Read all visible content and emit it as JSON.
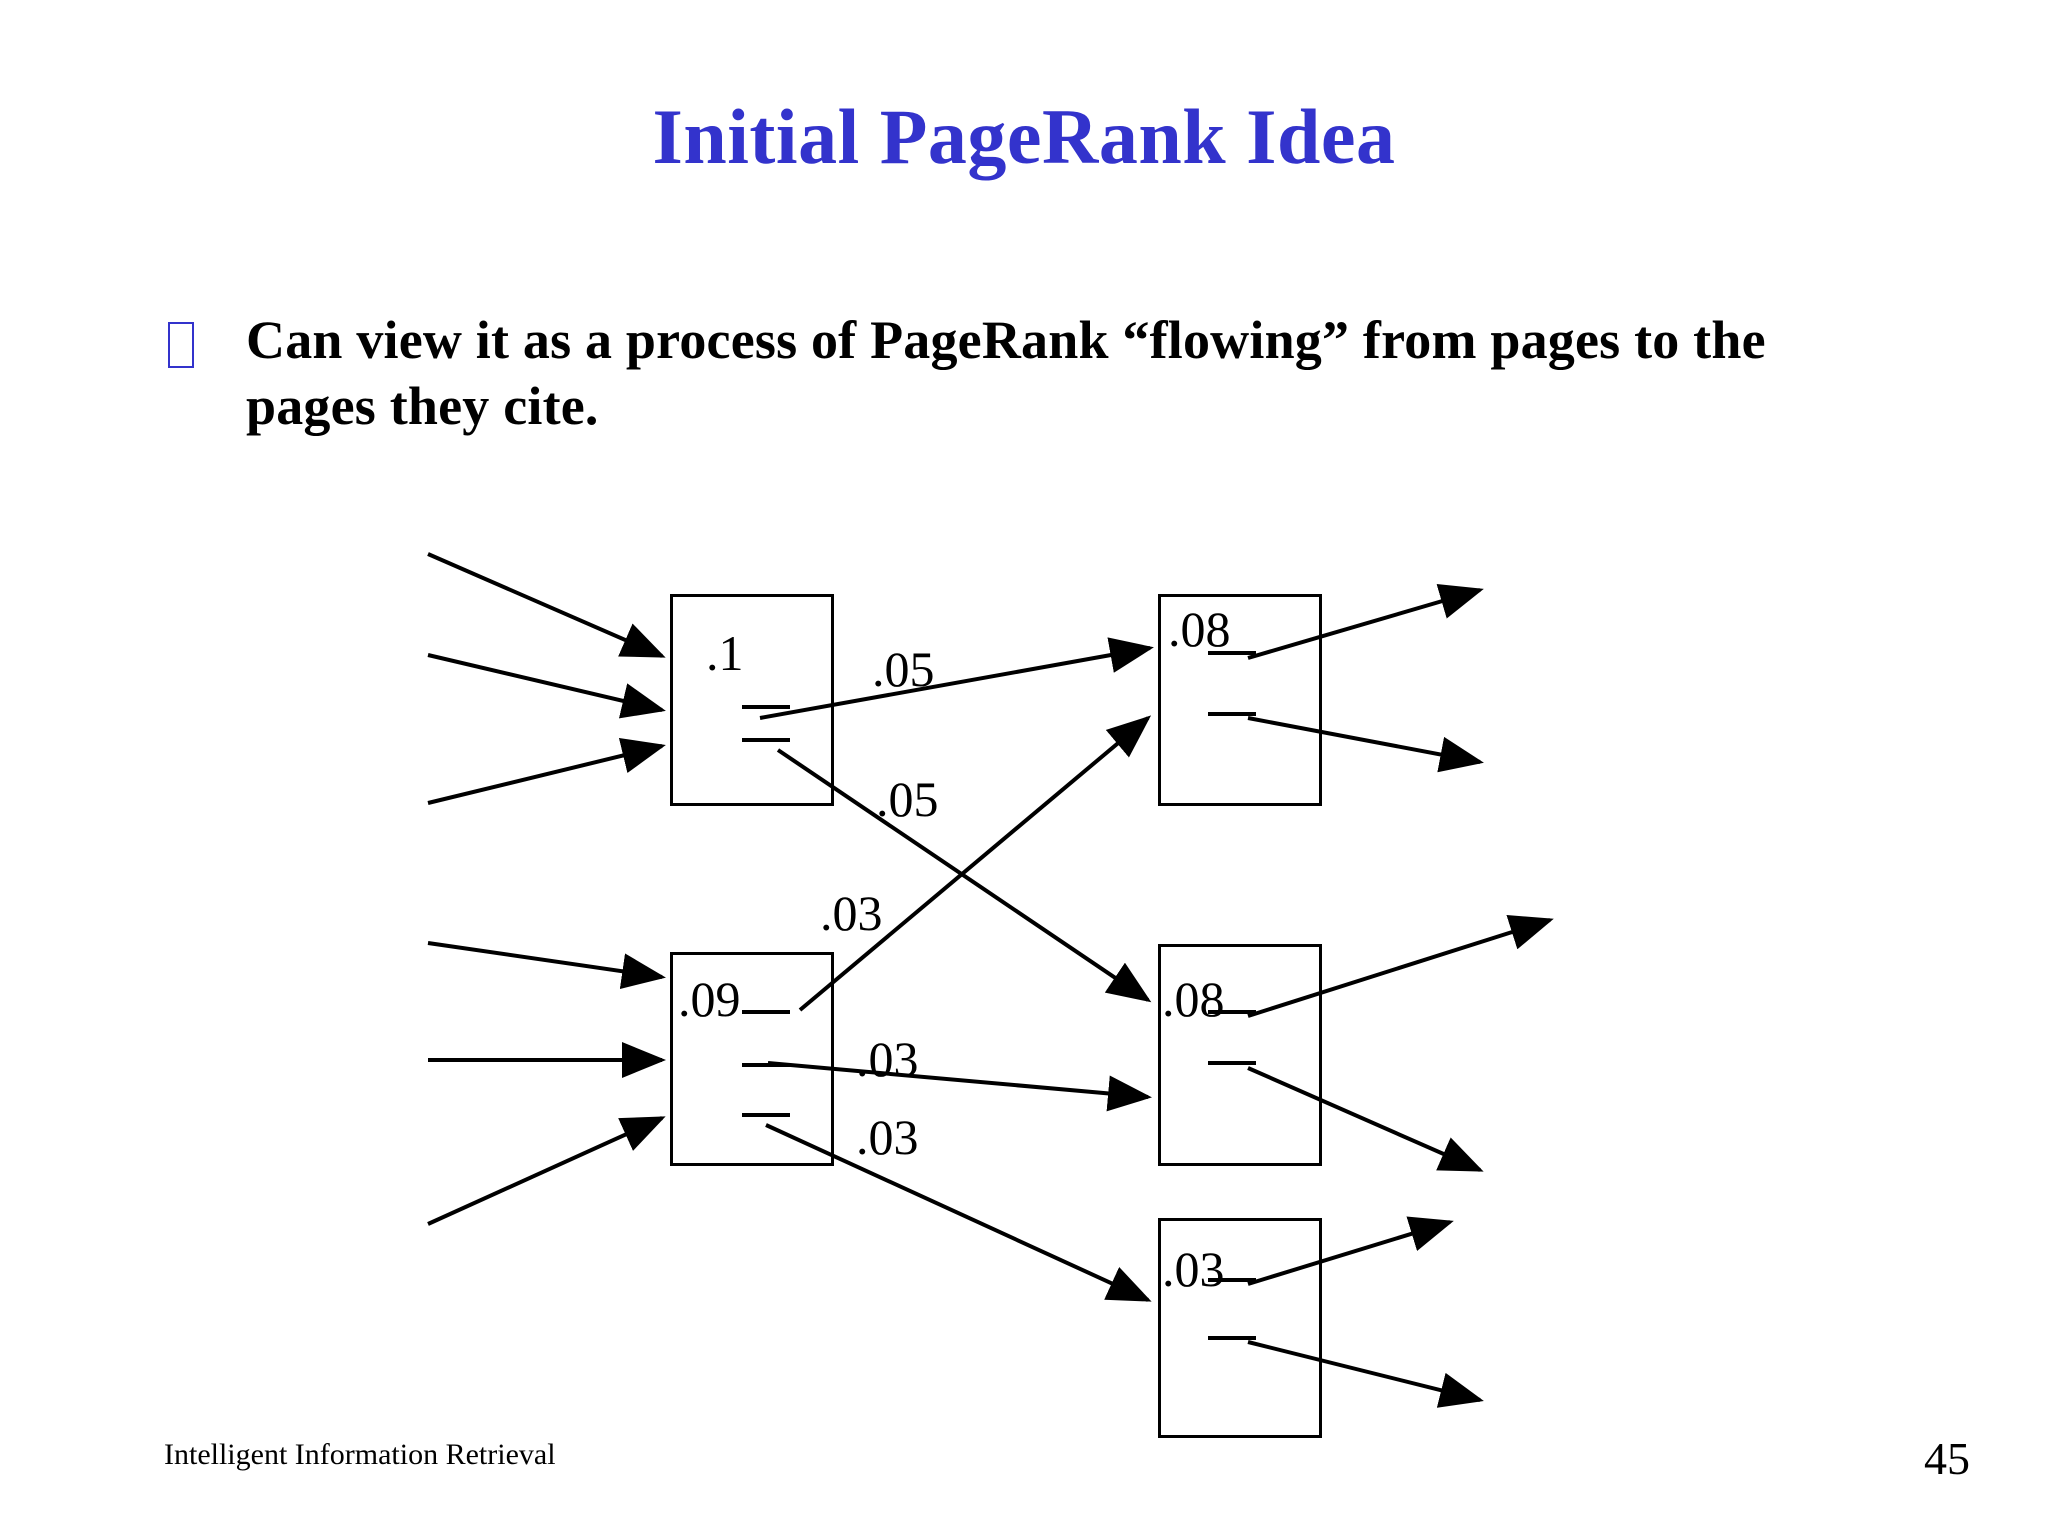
{
  "slide": {
    "title": "Initial PageRank Idea",
    "title_color": "#3333cc",
    "bullet_glyph": "missing-glyph-box",
    "bullet_text": "Can view it as a process of PageRank “flowing” from pages to the pages they cite.",
    "footer": "Intelligent Information Retrieval",
    "page_number": "45",
    "background_color": "#ffffff",
    "ink_color": "#000000"
  },
  "diagram": {
    "type": "node-link-graph",
    "description": "PageRank flowing from pages to the pages they cite",
    "nodes": [
      {
        "id": "n1",
        "label": ".1",
        "column": "left",
        "row": 1
      },
      {
        "id": "n2",
        "label": ".09",
        "column": "left",
        "row": 2
      },
      {
        "id": "n3",
        "label": ".08",
        "column": "right",
        "row": 1
      },
      {
        "id": "n4",
        "label": ".08",
        "column": "right",
        "row": 2
      },
      {
        "id": "n5",
        "label": ".03",
        "column": "right",
        "row": 3
      }
    ],
    "edges": [
      {
        "from": "n1",
        "to": "n3",
        "label": ".05"
      },
      {
        "from": "n1",
        "to": "n4",
        "label": ".05"
      },
      {
        "from": "n2",
        "to": "n3",
        "label": ".03"
      },
      {
        "from": "n2",
        "to": "n4",
        "label": ".03"
      },
      {
        "from": "n2",
        "to": "n5",
        "label": ".03"
      }
    ],
    "incoming_arrows": {
      "n1": 3,
      "n2": 3
    },
    "outgoing_arrows": {
      "n3": 2,
      "n4": 2,
      "n5": 2
    }
  }
}
